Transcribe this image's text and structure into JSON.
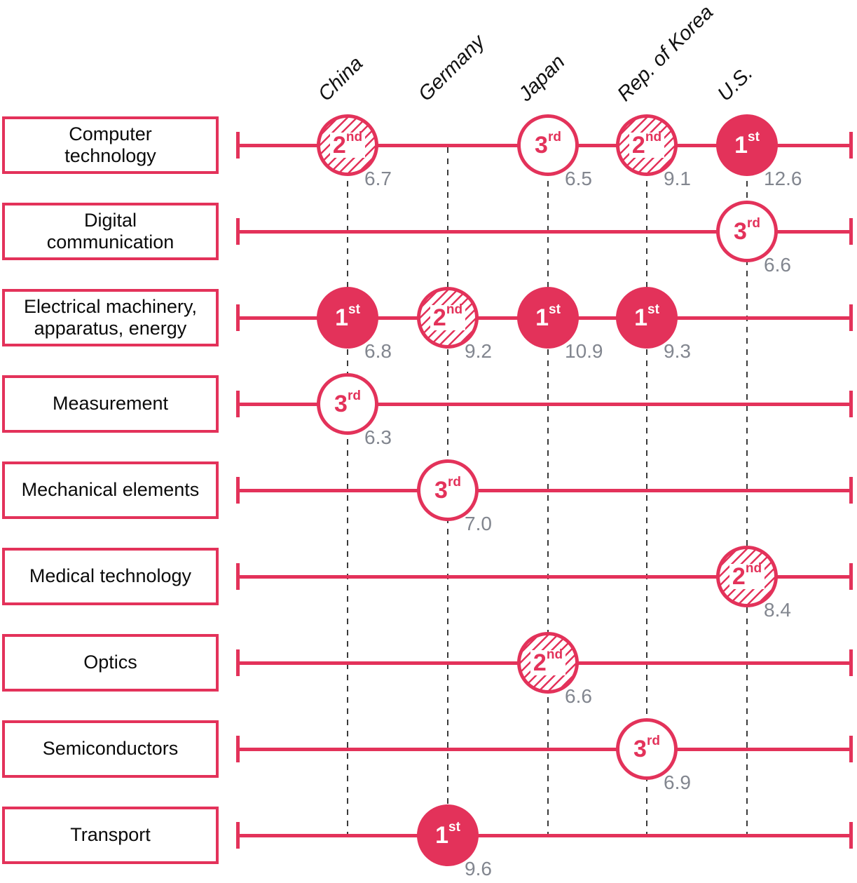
{
  "colors": {
    "accent": "#e3325a",
    "value_text": "#82868f",
    "gridline": "#3a3a3a",
    "label_text": "#0b0b0b",
    "background": "#ffffff"
  },
  "chart_data": {
    "type": "scatter",
    "subtype": "ranked-dot-plot",
    "title": "",
    "countries": [
      "China",
      "Germany",
      "Japan",
      "Rep. of Korea",
      "U.S."
    ],
    "rank_styles": {
      "1st": "solid",
      "2nd": "hatched",
      "3rd": "outline"
    },
    "grid": "dashed vertical per country",
    "rows": [
      {
        "label": "Computer\ntechnology",
        "points": [
          {
            "country": "China",
            "rank": "2nd",
            "value": 6.7,
            "display": "6.7"
          },
          {
            "country": "Japan",
            "rank": "3rd",
            "value": 6.5,
            "display": "6.5"
          },
          {
            "country": "Rep. of Korea",
            "rank": "2nd",
            "value": 9.1,
            "display": "9.1"
          },
          {
            "country": "U.S.",
            "rank": "1st",
            "value": 12.6,
            "display": "12.6"
          }
        ]
      },
      {
        "label": "Digital\ncommunication",
        "points": [
          {
            "country": "U.S.",
            "rank": "3rd",
            "value": 6.6,
            "display": "6.6"
          }
        ]
      },
      {
        "label": "Electrical machinery,\napparatus, energy",
        "points": [
          {
            "country": "China",
            "rank": "1st",
            "value": 6.8,
            "display": "6.8"
          },
          {
            "country": "Germany",
            "rank": "2nd",
            "value": 9.2,
            "display": "9.2"
          },
          {
            "country": "Japan",
            "rank": "1st",
            "value": 10.9,
            "display": "10.9"
          },
          {
            "country": "Rep. of Korea",
            "rank": "1st",
            "value": 9.3,
            "display": "9.3"
          }
        ]
      },
      {
        "label": "Measurement",
        "points": [
          {
            "country": "China",
            "rank": "3rd",
            "value": 6.3,
            "display": "6.3"
          }
        ]
      },
      {
        "label": "Mechanical elements",
        "points": [
          {
            "country": "Germany",
            "rank": "3rd",
            "value": 7.0,
            "display": "7.0"
          }
        ]
      },
      {
        "label": "Medical technology",
        "points": [
          {
            "country": "U.S.",
            "rank": "2nd",
            "value": 8.4,
            "display": "8.4"
          }
        ]
      },
      {
        "label": "Optics",
        "points": [
          {
            "country": "Japan",
            "rank": "2nd",
            "value": 6.6,
            "display": "6.6"
          }
        ]
      },
      {
        "label": "Semiconductors",
        "points": [
          {
            "country": "Rep. of Korea",
            "rank": "3rd",
            "value": 6.9,
            "display": "6.9"
          }
        ]
      },
      {
        "label": "Transport",
        "points": [
          {
            "country": "Germany",
            "rank": "1st",
            "value": 9.6,
            "display": "9.6"
          }
        ]
      }
    ]
  }
}
